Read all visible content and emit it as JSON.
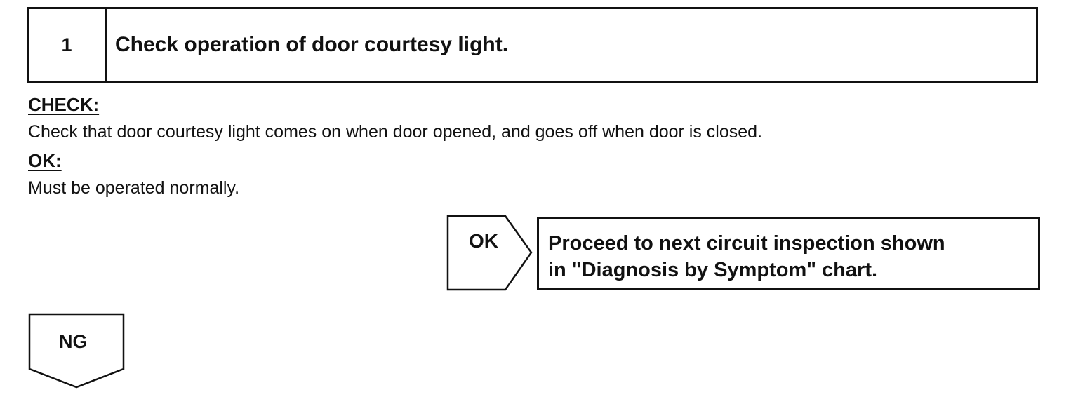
{
  "step": {
    "number": "1",
    "title": "Check operation of door courtesy light."
  },
  "check": {
    "label": "CHECK:",
    "text": "Check that door courtesy light comes on when door opened, and goes off when door is closed."
  },
  "ok_spec": {
    "label": "OK:",
    "text": "Must be operated normally."
  },
  "ok_branch": {
    "label": "OK",
    "result_line1": "Proceed to next circuit inspection shown",
    "result_line2": "in \"Diagnosis by Symptom\" chart."
  },
  "ng_branch": {
    "label": "NG"
  }
}
